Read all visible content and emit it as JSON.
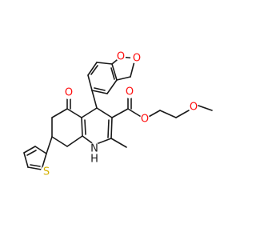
{
  "molecule": {
    "atoms": {
      "o_diox_1": "O",
      "o_diox_2": "O",
      "o_ketone": "O",
      "o_ester_carbonyl": "O",
      "o_ester_single": "O",
      "o_ether": "O",
      "n_ring": "N",
      "h_on_n": "H",
      "s_thiophene": "S"
    },
    "colors": {
      "oxygen": "#ff0d0d",
      "nitrogen": "#1a1a1a",
      "sulfur": "#d4b000",
      "bond": "#1a1a1a"
    }
  }
}
